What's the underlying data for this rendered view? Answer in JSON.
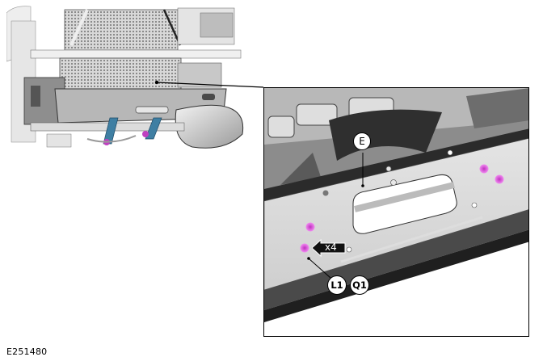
{
  "figure": {
    "code": "E251480",
    "description": "Front bumper reinforcement / radiator support overview with detail view"
  },
  "callouts": {
    "component": "E",
    "location": "L1",
    "qualifier": "Q1"
  },
  "fasteners": {
    "quantity_label": "x4",
    "highlight_color": "#e060e0",
    "count": 4
  },
  "colors": {
    "frame_border": "#000000",
    "part_light": "#dcdcdc",
    "part_mid": "#b5b5b5",
    "part_dark": "#3a3a3a",
    "bracket_blue": "#3f7fa3",
    "bolt_magenta": "#e060e0"
  }
}
